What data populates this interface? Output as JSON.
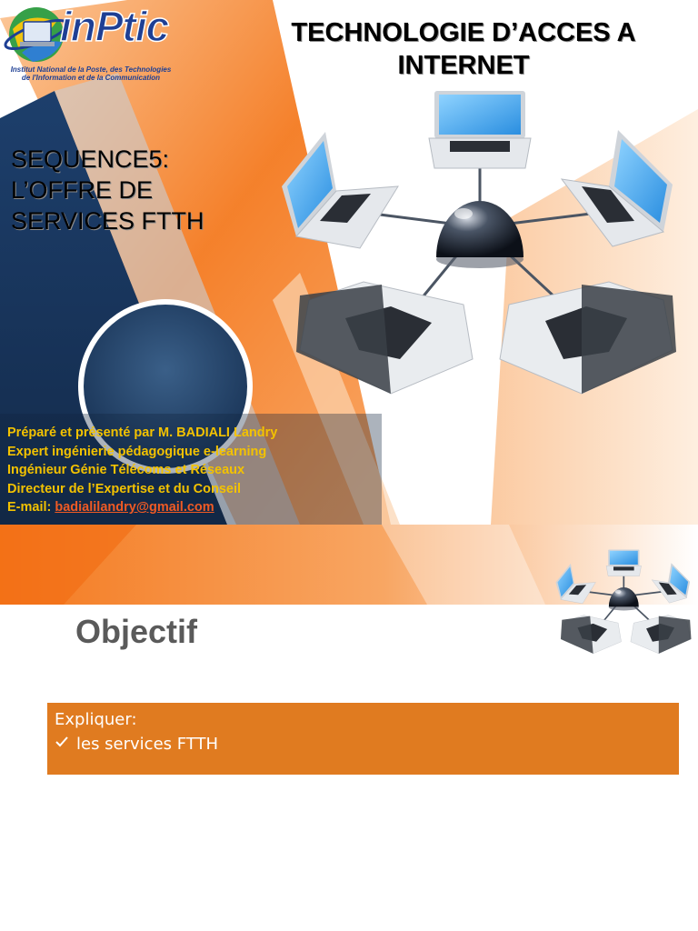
{
  "slide1": {
    "logo": {
      "name": "inPtic",
      "subtitle_line1": "Institut National de la Poste, des Technologies",
      "subtitle_line2": "de l'Information et de la Communication"
    },
    "title_line1": "TECHNOLOGIE D’ACCES A",
    "title_line2": "INTERNET",
    "sequence": {
      "line1": "SEQUENCE5:",
      "line2": "L’OFFRE DE",
      "line3": "SERVICES FTTH"
    },
    "presenter": {
      "line1": "Préparé et présenté par M. BADIALI Landry",
      "line2": "Expert ingénierie pédagogique e-learning",
      "line3": "Ingénieur Génie Télécoms et Réseaux",
      "line4": "Directeur de l’Expertise et du Conseil",
      "email_label": "E-mail: ",
      "email": "badialilandry@gmail.com"
    }
  },
  "slide2": {
    "title": "Objectif",
    "intro": "Expliquer:",
    "items": [
      "les services FTTH"
    ]
  },
  "colors": {
    "orange": "#f47a20",
    "box_orange": "#e07b20",
    "navy": "#1b3a66",
    "yellow_text": "#f3c200",
    "email_orange": "#f05a24"
  }
}
